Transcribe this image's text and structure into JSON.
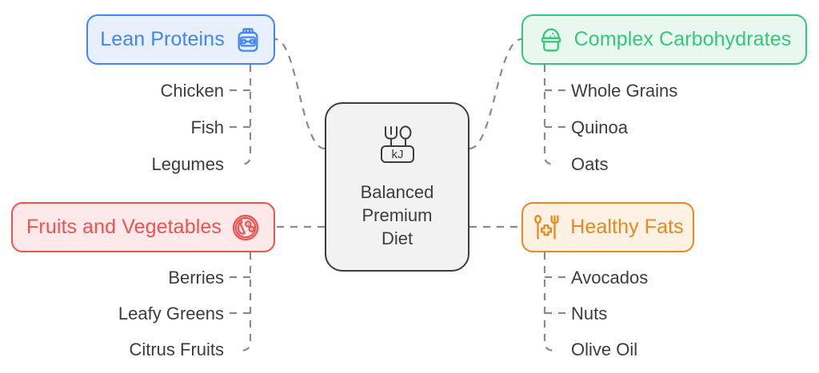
{
  "diagram": {
    "type": "mindmap",
    "center": {
      "title": "Balanced\nPremium\nDiet",
      "icon": "cutlery-kj-energy-icon",
      "icon_text": "kJ",
      "fill": "#f2f2f2",
      "border": "#3c3c3c",
      "text_color": "#3c3c3c"
    },
    "branches": [
      {
        "id": "proteins",
        "label": "Lean Proteins",
        "icon": "protein-jar-dumbbell-icon",
        "icon_side": "right",
        "position": "top-left",
        "color": "#4285f4",
        "fill": "#e8f0fe",
        "children": [
          "Chicken",
          "Fish",
          "Legumes"
        ]
      },
      {
        "id": "carbs",
        "label": "Complex Carbohydrates",
        "icon": "flour-sack-icon",
        "icon_side": "left",
        "position": "top-right",
        "color": "#34c77b",
        "fill": "#e9f8ef",
        "children": [
          "Whole Grains",
          "Quinoa",
          "Oats"
        ]
      },
      {
        "id": "fruits",
        "label": "Fruits and Vegetables",
        "icon": "vegetable-plate-icon",
        "icon_side": "right",
        "position": "bottom-left",
        "color": "#ef5350",
        "fill": "#fde9e9",
        "children": [
          "Berries",
          "Leafy Greens",
          "Citrus Fruits"
        ]
      },
      {
        "id": "fats",
        "label": "Healthy Fats",
        "icon": "spoon-cross-fork-icon",
        "icon_side": "left",
        "position": "bottom-right",
        "color": "#e8881f",
        "fill": "#fdf1e3",
        "children": [
          "Avocados",
          "Nuts",
          "Olive Oil"
        ]
      }
    ],
    "connector": {
      "style": "dashed",
      "color": "#8a8a8a"
    }
  }
}
